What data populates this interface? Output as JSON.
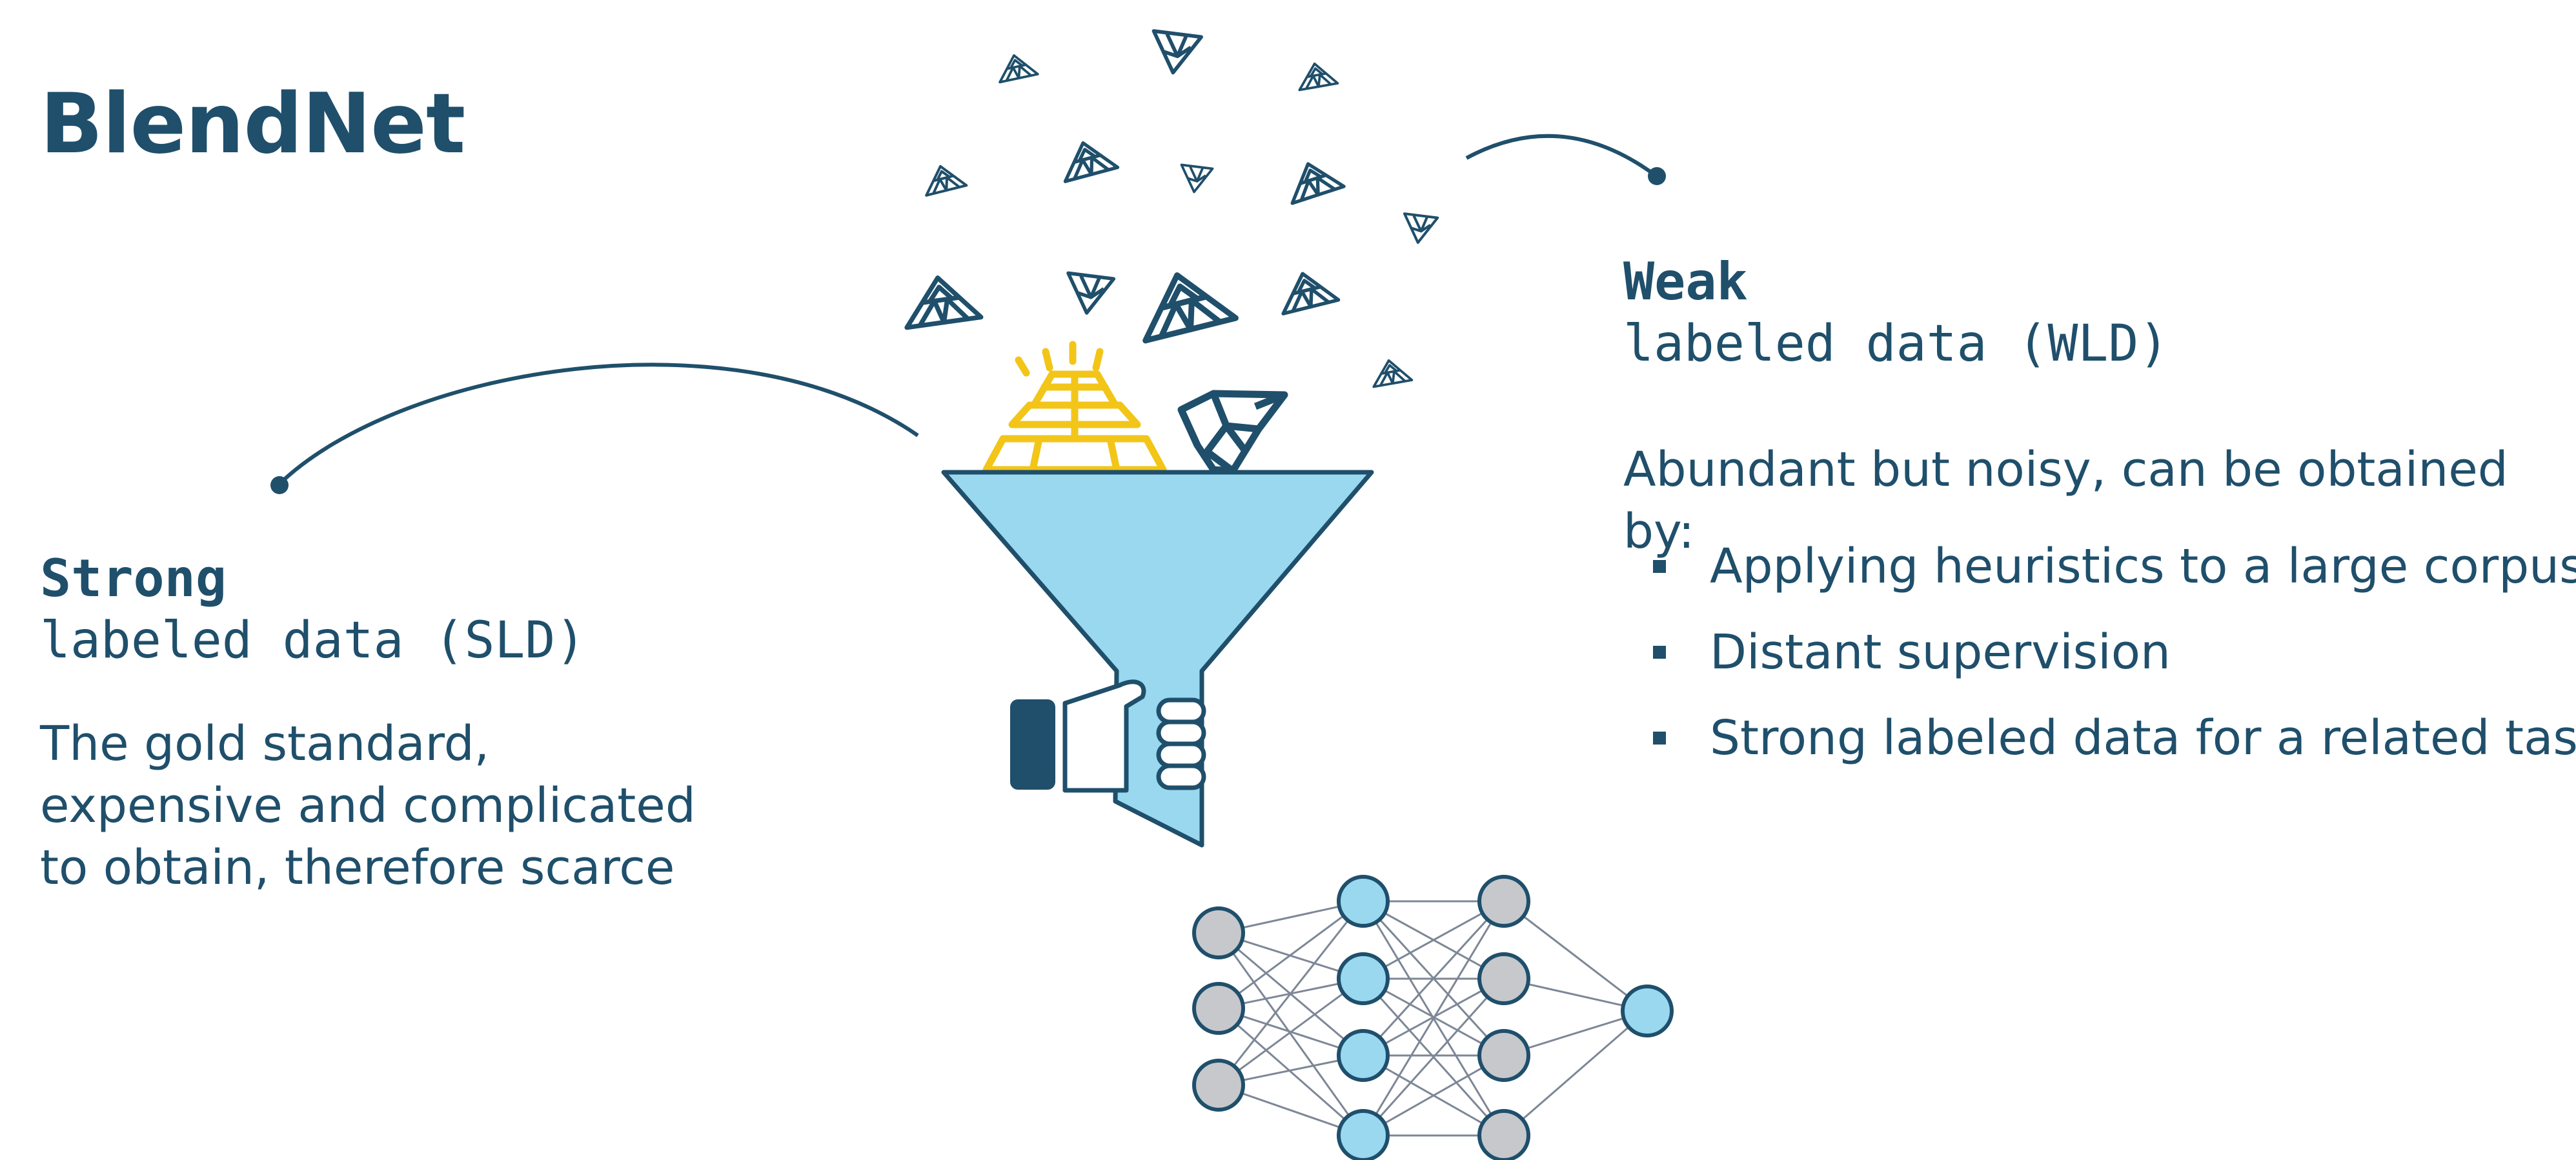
{
  "title": "BlendNet",
  "strong": {
    "heading": "Strong",
    "subheading": "labeled data (SLD)",
    "description_lines": [
      "The gold standard,",
      "expensive and complicated",
      "to obtain, therefore scarce"
    ]
  },
  "weak": {
    "heading": "Weak",
    "subheading": "labeled data (WLD)",
    "description": "Abundant but noisy, can be obtained by:",
    "bullets": [
      "Applying heuristics to a large corpus",
      "Distant supervision",
      "Strong labeled data for a related task"
    ]
  },
  "colors": {
    "primary": "#1f4f6b",
    "funnel": "#9ad8f0",
    "gold": "#f2c518",
    "node_gray": "#c6c8cc",
    "node_blue": "#9ad8f0",
    "edge": "#7d8796"
  },
  "icons": [
    "gold-bars-icon",
    "weak-data-pieces-icon",
    "funnel-icon",
    "hand-icon",
    "neural-network-icon"
  ]
}
